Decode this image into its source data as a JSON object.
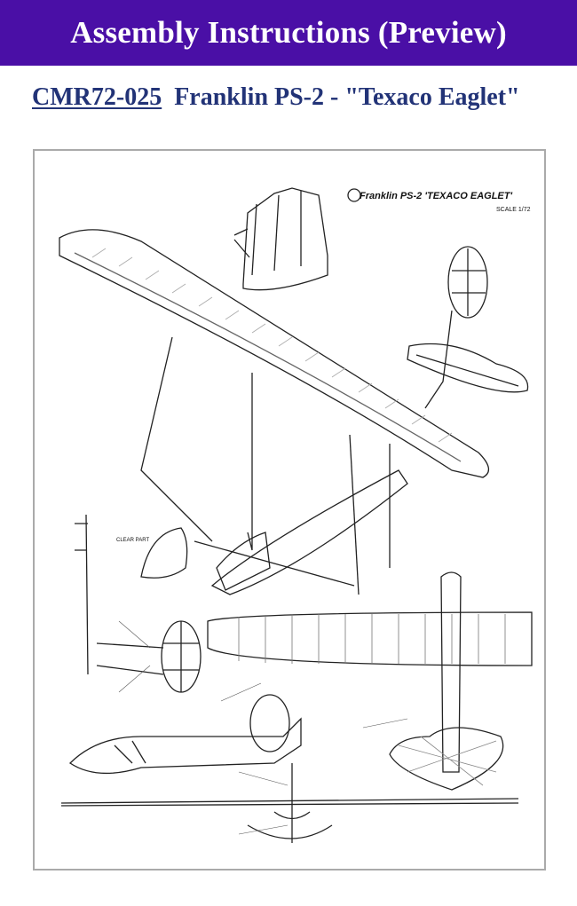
{
  "header": {
    "title": "Assembly Instructions (Preview)"
  },
  "product": {
    "code": "CMR72-025",
    "name": "Franklin PS-2 - \"Texaco Eaglet\""
  },
  "drawing": {
    "title": "Franklin PS-2 'TEXACO EAGLET'",
    "scale": "SCALE 1/72",
    "cockpit_label": "CLEAR PART",
    "icon": "line-drawing-image"
  }
}
